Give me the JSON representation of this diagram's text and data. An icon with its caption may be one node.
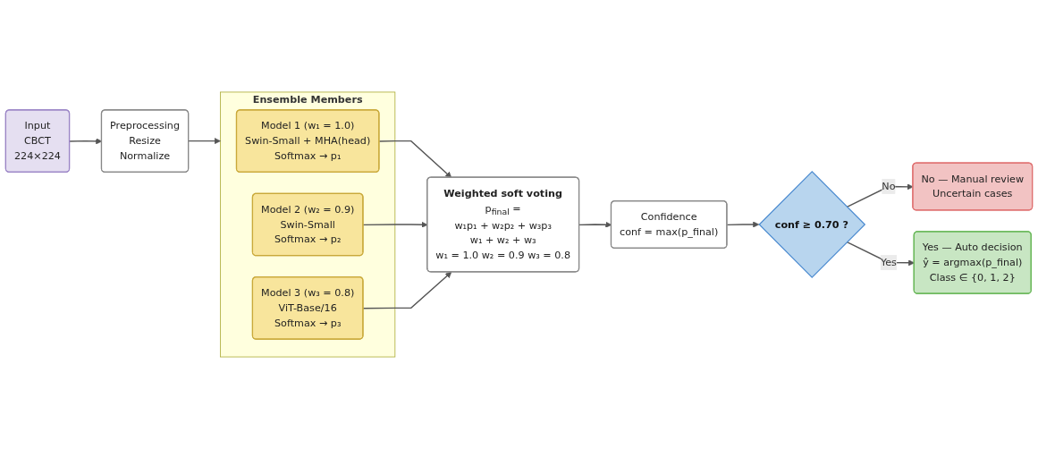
{
  "diagram": {
    "nodes": [
      {
        "text": [
          "Input",
          "CBCT",
          "224×224"
        ]
      },
      {
        "text": [
          "Preprocessing",
          "Resize",
          "Normalize"
        ]
      },
      {
        "text": [
          "Ensemble Members"
        ]
      },
      {
        "text": [
          "Model 1 (w₁ = 1.0)",
          "Swin-Small + MHA(head)",
          "Softmax → p₁"
        ],
        "in": 2
      },
      {
        "text": [
          "Model 2 (w₂ = 0.9)",
          "Swin-Small",
          "Softmax → p₂"
        ],
        "in": 2
      },
      {
        "text": [
          "Model 3 (w₃ = 0.8)",
          "ViT-Base/16",
          "Softmax → p₃"
        ],
        "in": 2
      },
      {
        "text": [
          "Weighted soft voting",
          "p$_{final}$ =",
          "w₁p₁ + w₂p₂ + w₃p₃",
          "w₁ + w₂ + w₃",
          "w₁ = 1.0 w₂ = 0.9 w₃ = 0.8"
        ]
      },
      {
        "text": [
          "Confidence",
          "conf = max(p_final)"
        ]
      },
      {
        "text": [
          "conf ≥ 0.70 ?"
        ]
      },
      {
        "text": [
          "No — Manual review",
          "Uncertain cases"
        ]
      },
      {
        "text": [
          "Yes — Auto decision",
          "ŷ = argmax(p_final)",
          "Class ∈ {0, 1, 2}"
        ]
      }
    ],
    "edges": [
      {
        "from": 0,
        "to": 1,
        "arrow": "to"
      },
      {
        "from": 1,
        "to": 2,
        "arrow": "to"
      },
      {
        "from": 3,
        "to": 6,
        "arrow": "to"
      },
      {
        "from": 4,
        "to": 6,
        "arrow": "to"
      },
      {
        "from": 5,
        "to": 6,
        "arrow": "to"
      },
      {
        "from": 6,
        "to": 7,
        "arrow": "to"
      },
      {
        "from": 7,
        "to": 8,
        "arrow": "to"
      },
      {
        "from": 8,
        "to": 9,
        "arrow": "to",
        "label": "No"
      },
      {
        "from": 8,
        "to": 10,
        "arrow": "to",
        "label": "Yes"
      }
    ]
  }
}
